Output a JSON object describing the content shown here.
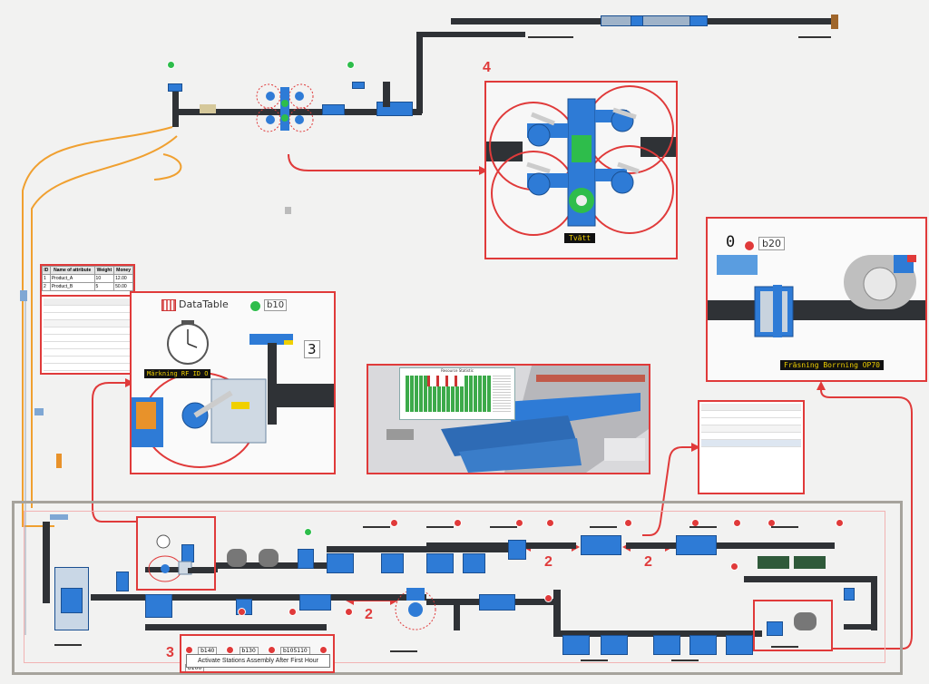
{
  "callouts": {
    "n4": "4",
    "n3_datatable": "3",
    "n2_a": "2",
    "n2_b": "2",
    "n2_c": "2",
    "n3_stations": "3"
  },
  "tvatt": {
    "label": "Tvätt"
  },
  "frasning": {
    "counter": "0",
    "badge": "b20",
    "label": "Fräsning Borrning OP70"
  },
  "datatable_view": {
    "title": "DataTable",
    "badge": "b10",
    "label": "Märkning RF ID O"
  },
  "attribute_table": {
    "headers": [
      "ID",
      "Name of attribute",
      "Weight",
      "Money"
    ],
    "rows": [
      [
        "1",
        "Product_A",
        "10",
        "12.00"
      ],
      [
        "2",
        "Product_B",
        "5",
        "50.00"
      ]
    ]
  },
  "resource_chart": {
    "title": "Resource Statistic"
  },
  "stations": {
    "badges": [
      "b140",
      "b130",
      "b105110",
      "b100"
    ],
    "activate_label": "Activate Stations Assembly After First Hour"
  },
  "colors": {
    "callout": "#e03a3a",
    "conveyor": "#2f3236",
    "station": "#2e7bd6",
    "signal_green": "#2ebd4b"
  }
}
